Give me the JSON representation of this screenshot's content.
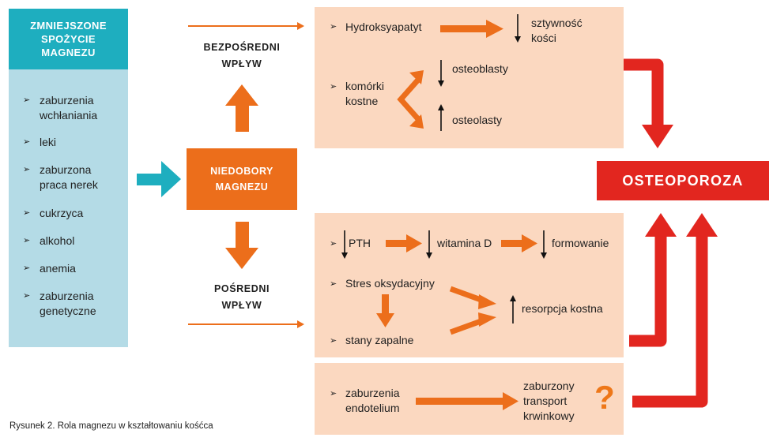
{
  "colors": {
    "teal": "#1eaebf",
    "light_blue": "#b4dbe6",
    "orange": "#ec6e1b",
    "peach": "#fbd8c0",
    "red": "#e2261f"
  },
  "cause": {
    "title": "ZMNIEJSZONE\nSPOŻYCIE\nMAGNEZU",
    "bullet": "➢",
    "items": [
      "zaburzenia\nwchłaniania",
      "leki",
      "zaburzona\npraca nerek",
      "cukrzyca",
      "alkohol",
      "anemia",
      "zaburzenia\ngenetyczne"
    ]
  },
  "center": {
    "label": "NIEDOBORY\nMAGNEZU"
  },
  "direct": {
    "label": "BEZPOŚREDNI\nWPŁYW",
    "hydroxy": "Hydroksyapatyt",
    "stiffness": "sztywność\nkości",
    "bone_cells": "komórki\nkostne",
    "osteoblasts": "osteoblasty",
    "osteoclasts": "osteolasty"
  },
  "indirect": {
    "label": "POŚREDNI\nWPŁYW",
    "pth": "PTH",
    "vitamin_d": "witamina D",
    "formation": "formowanie",
    "oxidative_stress": "Stres oksydacyjny",
    "inflammation": "stany zapalne",
    "resorption": "resorpcja kostna"
  },
  "vascular": {
    "endothelium": "zaburzenia\nendotelium",
    "transport": "zaburzony\ntransport\nkrwinkowy",
    "question": "?"
  },
  "result": {
    "label": "OSTEOPOROZA"
  },
  "caption": "Rysunek 2. Rola magnezu w  kształtowaniu kośćca",
  "icons": {
    "bullet": "bullet-arrow-icon",
    "up": "up-arrow-icon",
    "down": "down-arrow-icon"
  }
}
